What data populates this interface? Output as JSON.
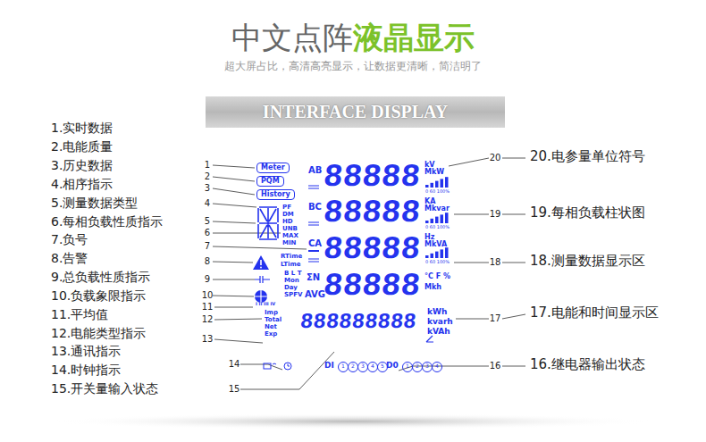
{
  "diagram": {
    "nodes": [
      {
        "text": [
          "INTERFACE DISPLAY"
        ]
      },
      {
        "text": [
          "Meter"
        ]
      },
      {
        "text": [
          "PQM"
        ]
      },
      {
        "text": [
          "History"
        ]
      },
      {
        "text": [
          "1"
        ]
      },
      {
        "text": [
          "2"
        ]
      },
      {
        "text": [
          "3"
        ]
      },
      {
        "text": [
          "4"
        ]
      },
      {
        "text": [
          "5"
        ]
      },
      {
        "text": [
          "1"
        ]
      },
      {
        "text": [
          "2"
        ]
      },
      {
        "text": [
          "3"
        ]
      },
      {
        "text": [
          "4"
        ]
      }
    ],
    "labels": [
      "中文点阵",
      "液晶显示",
      "超大屏占比，高清高亮显示，让数据更清晰，简洁明了",
      "1.实时数据",
      "2.电能质量",
      "3.历史数据",
      "4.相序指示",
      "5.测量数据类型",
      "6.每相负载性质指示",
      "7.负号",
      "8.告警",
      "9.总负载性质指示",
      "10.负载象限指示",
      "11.平均值",
      "12.电能类型指示",
      "13.通讯指示",
      "14.时钟指示",
      "15.开关量输入状态",
      "20.电参量单位符号",
      "19.每相负载柱状图",
      "18.测量数据显示区",
      "17.电能和时间显示区",
      "16.继电器输出状态",
      "1",
      "2",
      "3",
      "4",
      "5",
      "6",
      "7",
      "8",
      "9",
      "10",
      "11",
      "12",
      "13",
      "14",
      "15",
      "16",
      "17",
      "18",
      "19",
      "20",
      "AB",
      "BC",
      "CA",
      "ΣN",
      "AVG",
      "88888",
      "88888",
      "88888",
      "88888",
      "888888888",
      "kV",
      "MkW",
      "KA",
      "Mkvar",
      "Hz",
      "MkVA",
      "°C F %",
      "Mkh",
      "kWh",
      "kvarh",
      "kVAh",
      "0  60 100%",
      "0  60 100%",
      "0  60 100%",
      "PF",
      "DM",
      "HD",
      "UNB",
      "MAX",
      "MIN",
      "RTime",
      "LTime",
      "B L T",
      "Mon",
      "Day",
      "SPFV",
      "I II III IV",
      "Imp",
      "Total",
      "Net",
      "Exp",
      "DI",
      "D0"
    ]
  }
}
